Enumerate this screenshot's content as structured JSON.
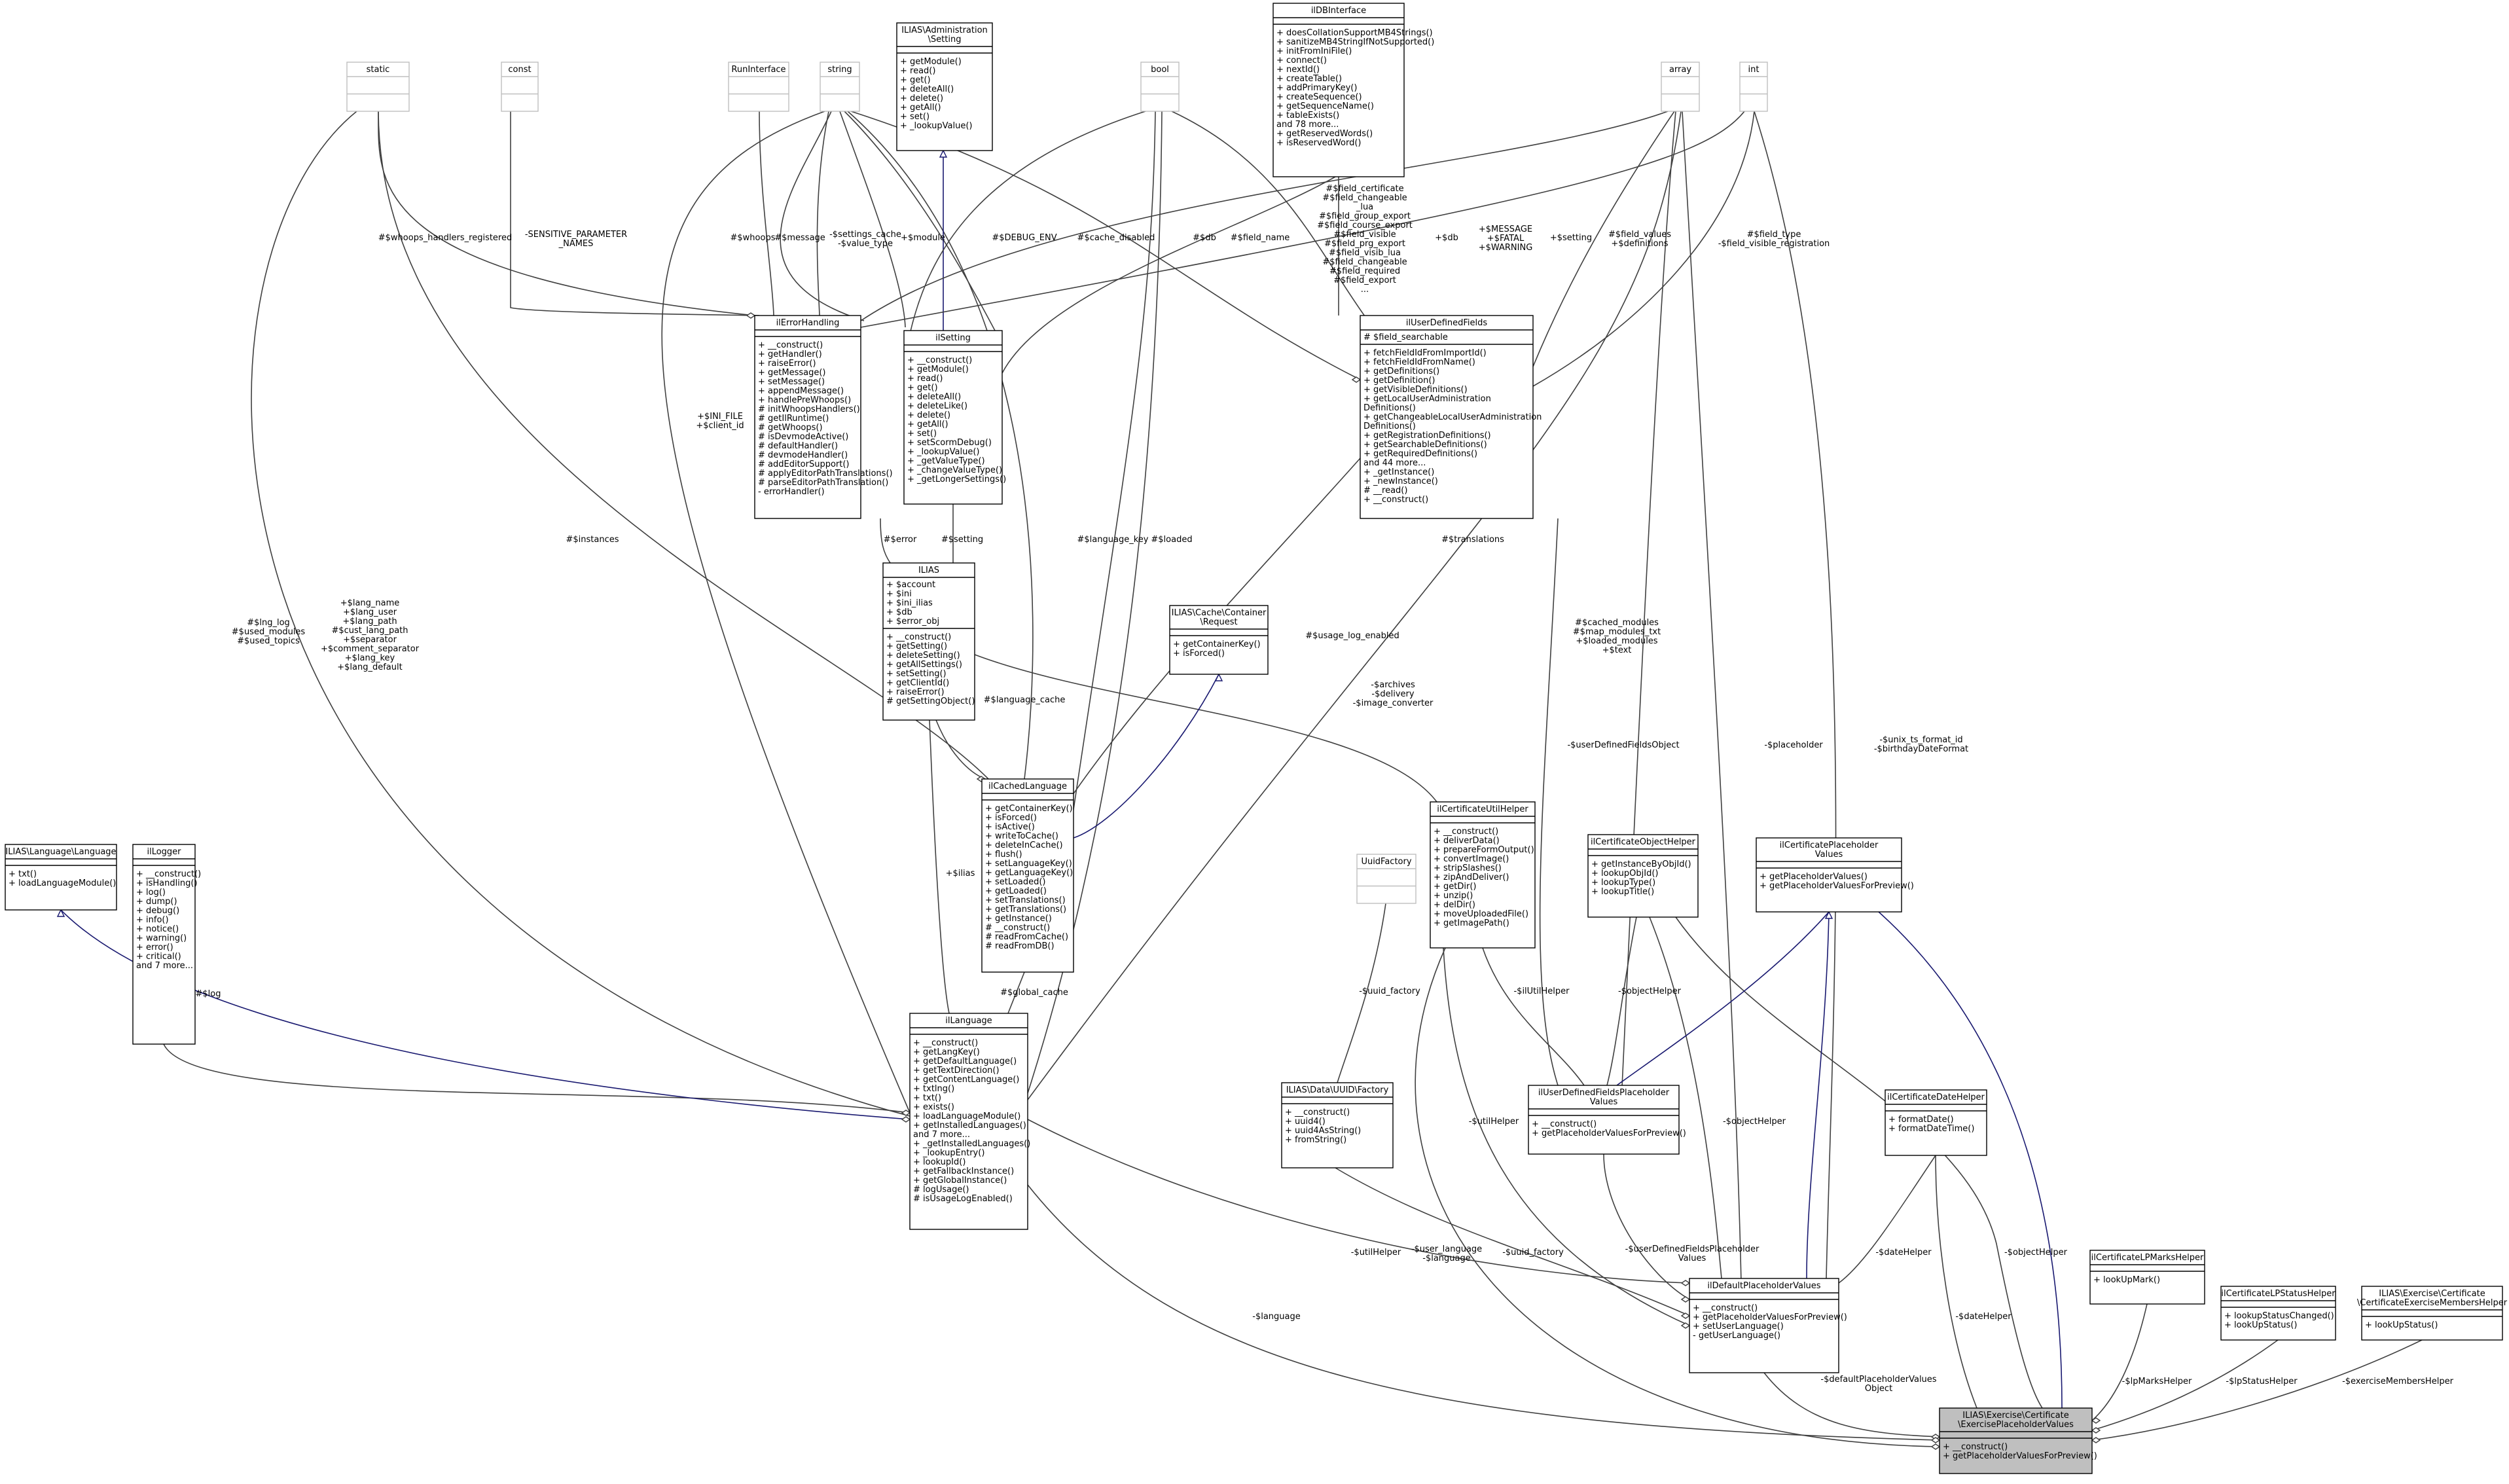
{
  "diagram": {
    "classes": {
      "static": {
        "title": [
          "static"
        ],
        "attrs": [],
        "ops": []
      },
      "const": {
        "title": [
          "const"
        ],
        "attrs": [],
        "ops": []
      },
      "RunInterface": {
        "title": [
          "RunInterface"
        ],
        "attrs": [],
        "ops": []
      },
      "string": {
        "title": [
          "string"
        ],
        "attrs": [],
        "ops": []
      },
      "setting_admin": {
        "title": [
          "ILIAS\\Administration",
          "\\Setting"
        ],
        "attrs": [],
        "ops": [
          "+ getModule()",
          "+ read()",
          "+ get()",
          "+ deleteAll()",
          "+ delete()",
          "+ getAll()",
          "+ set()",
          "+ _lookupValue()"
        ]
      },
      "bool": {
        "title": [
          "bool"
        ],
        "attrs": [],
        "ops": []
      },
      "ilDBInterface": {
        "title": [
          "ilDBInterface"
        ],
        "attrs": [],
        "ops": [
          "+ doesCollationSupportMB4Strings()",
          "+ sanitizeMB4StringIfNotSupported()",
          "+ initFromIniFile()",
          "+ connect()",
          "+ nextId()",
          "+ createTable()",
          "+ addPrimaryKey()",
          "+ createSequence()",
          "+ getSequenceName()",
          "+ tableExists()",
          "and 78 more...",
          "+ getReservedWords()",
          "+ isReservedWord()"
        ]
      },
      "array": {
        "title": [
          "array"
        ],
        "attrs": [],
        "ops": []
      },
      "int": {
        "title": [
          "int"
        ],
        "attrs": [],
        "ops": []
      },
      "ilErrorHandling": {
        "title": [
          "ilErrorHandling"
        ],
        "attrs": [],
        "ops": [
          "+ __construct()",
          "+ getHandler()",
          "+ raiseError()",
          "+ getMessage()",
          "+ setMessage()",
          "+ appendMessage()",
          "+ handlePreWhoops()",
          "# initWhoopsHandlers()",
          "# getIlRuntime()",
          "# getWhoops()",
          "# isDevmodeActive()",
          "# defaultHandler()",
          "# devmodeHandler()",
          "# addEditorSupport()",
          "# applyEditorPathTranslations()",
          "# parseEditorPathTranslation()",
          "- errorHandler()"
        ]
      },
      "ilSetting": {
        "title": [
          "ilSetting"
        ],
        "attrs": [],
        "ops": [
          "+ __construct()",
          "+ getModule()",
          "+ read()",
          "+ get()",
          "+ deleteAll()",
          "+ deleteLike()",
          "+ delete()",
          "+ getAll()",
          "+ set()",
          "+ setScormDebug()",
          "+ _lookupValue()",
          "+ _getValueType()",
          "+ _changeValueType()",
          "+ _getLongerSettings()"
        ]
      },
      "ilUserDefinedFields": {
        "title": [
          "ilUserDefinedFields"
        ],
        "attrs": [
          "# $field_searchable"
        ],
        "ops": [
          "+ fetchFieldIdFromImportId()",
          "+ fetchFieldIdFromName()",
          "+ getDefinitions()",
          "+ getDefinition()",
          "+ getVisibleDefinitions()",
          "+ getLocalUserAdministration",
          "Definitions()",
          "+ getChangeableLocalUserAdministration",
          "Definitions()",
          "+ getRegistrationDefinitions()",
          "+ getSearchableDefinitions()",
          "+ getRequiredDefinitions()",
          "and 44 more...",
          "+ _getInstance()",
          "+ _newInstance()",
          "# __read()",
          "+ __construct()"
        ]
      },
      "ILIAS": {
        "title": [
          "ILIAS"
        ],
        "attrs": [
          "+ $account",
          "+ $ini",
          "+ $ini_ilias",
          "+ $db",
          "+ $error_obj"
        ],
        "ops": [
          "+ __construct()",
          "+ getSetting()",
          "+ deleteSetting()",
          "+ getAllSettings()",
          "+ setSetting()",
          "+ getClientId()",
          "+ raiseError()",
          "# getSettingObject()"
        ]
      },
      "cache_request": {
        "title": [
          "ILIAS\\Cache\\Container",
          "\\Request"
        ],
        "attrs": [],
        "ops": [
          "+ getContainerKey()",
          "+ isForced()"
        ]
      },
      "ilCachedLanguage": {
        "title": [
          "ilCachedLanguage"
        ],
        "attrs": [],
        "ops": [
          "+ getContainerKey()",
          "+ isForced()",
          "+ isActive()",
          "+ writeToCache()",
          "+ deleteInCache()",
          "+ flush()",
          "+ setLanguageKey()",
          "+ getLanguageKey()",
          "+ setLoaded()",
          "+ getLoaded()",
          "+ setTranslations()",
          "+ getTranslations()",
          "+ getInstance()",
          "# __construct()",
          "# readFromCache()",
          "# readFromDB()"
        ]
      },
      "ilCertificateUtilHelper": {
        "title": [
          "ilCertificateUtilHelper"
        ],
        "attrs": [],
        "ops": [
          "+ __construct()",
          "+ deliverData()",
          "+ prepareFormOutput()",
          "+ convertImage()",
          "+ stripSlashes()",
          "+ zipAndDeliver()",
          "+ getDir()",
          "+ unzip()",
          "+ delDir()",
          "+ moveUploadedFile()",
          "+ getImagePath()"
        ]
      },
      "ilCertificateObjectHelper": {
        "title": [
          "ilCertificateObjectHelper"
        ],
        "attrs": [],
        "ops": [
          "+ getInstanceByObjId()",
          "+ lookupObjId()",
          "+ lookupType()",
          "+ lookupTitle()"
        ]
      },
      "ilCertificatePlaceholderValues": {
        "title": [
          "ilCertificatePlaceholder",
          "Values"
        ],
        "attrs": [],
        "ops": [
          "+ getPlaceholderValues()",
          "+ getPlaceholderValuesForPreview()"
        ]
      },
      "lang_language": {
        "title": [
          "ILIAS\\Language\\Language"
        ],
        "attrs": [],
        "ops": [
          "+ txt()",
          "+ loadLanguageModule()"
        ]
      },
      "ilLogger": {
        "title": [
          "ilLogger"
        ],
        "attrs": [],
        "ops": [
          "+ __construct()",
          "+ isHandling()",
          "+ log()",
          "+ dump()",
          "+ debug()",
          "+ info()",
          "+ notice()",
          "+ warning()",
          "+ error()",
          "+ critical()",
          "and 7 more..."
        ]
      },
      "UuidFactory": {
        "title": [
          "UuidFactory"
        ],
        "attrs": [],
        "ops": []
      },
      "uuid_factory": {
        "title": [
          "ILIAS\\Data\\UUID\\Factory"
        ],
        "attrs": [],
        "ops": [
          "+ __construct()",
          "+ uuid4()",
          "+ uuid4AsString()",
          "+ fromString()"
        ]
      },
      "ilLanguage": {
        "title": [
          "ilLanguage"
        ],
        "attrs": [],
        "ops": [
          "+ __construct()",
          "+ getLangKey()",
          "+ getDefaultLanguage()",
          "+ getTextDirection()",
          "+ getContentLanguage()",
          "+ txtlng()",
          "+ txt()",
          "+ exists()",
          "+ loadLanguageModule()",
          "+ getInstalledLanguages()",
          "and 7 more...",
          "+ _getInstalledLanguages()",
          "+ _lookupEntry()",
          "+ lookupId()",
          "+ getFallbackInstance()",
          "+ getGlobalInstance()",
          "# logUsage()",
          "# isUsageLogEnabled()"
        ]
      },
      "ilUserDefinedFieldsPlaceholderValues": {
        "title": [
          "ilUserDefinedFieldsPlaceholder",
          "Values"
        ],
        "attrs": [],
        "ops": [
          "+ __construct()",
          "+ getPlaceholderValuesForPreview()"
        ]
      },
      "ilCertificateDateHelper": {
        "title": [
          "ilCertificateDateHelper"
        ],
        "attrs": [],
        "ops": [
          "+ formatDate()",
          "+ formatDateTime()"
        ]
      },
      "ilDefaultPlaceholderValues": {
        "title": [
          "ilDefaultPlaceholderValues"
        ],
        "attrs": [],
        "ops": [
          "+ __construct()",
          "+ getPlaceholderValuesForPreview()",
          "+ setUserLanguage()",
          "- getUserLanguage()"
        ]
      },
      "ilCertificateLPMarksHelper": {
        "title": [
          "ilCertificateLPMarksHelper"
        ],
        "attrs": [],
        "ops": [
          "+ lookUpMark()"
        ]
      },
      "ilCertificateLPStatusHelper": {
        "title": [
          "ilCertificateLPStatusHelper"
        ],
        "attrs": [],
        "ops": [
          "+ lookupStatusChanged()",
          "+ lookUpStatus()"
        ]
      },
      "exercise_members_helper": {
        "title": [
          "ILIAS\\Exercise\\Certificate",
          "\\CertificateExerciseMembersHelper"
        ],
        "attrs": [],
        "ops": [
          "+ lookUpStatus()"
        ]
      },
      "exercise_placeholder_values": {
        "title": [
          "ILIAS\\Exercise\\Certificate",
          "\\ExercisePlaceholderValues"
        ],
        "attrs": [],
        "ops": [
          "+ __construct()",
          "+ getPlaceholderValuesForPreview()"
        ]
      }
    },
    "labels": {
      "whoops_handlers_registered": [
        "#$whoops_handlers_registered"
      ],
      "sensitive_parameter_names": [
        "-SENSITIVE_PARAMETER",
        "_NAMES"
      ],
      "whoops": [
        "#$whoops"
      ],
      "message": [
        "#$message"
      ],
      "settings_cache": [
        "-$settings_cache",
        "-$value_type"
      ],
      "module": [
        "+$module"
      ],
      "debug_env": [
        "#$DEBUG_ENV"
      ],
      "cache_disabled": [
        "#$cache_disabled"
      ],
      "db_ilsetting": [
        "#$db"
      ],
      "field_name": [
        "#$field_name"
      ],
      "field_certificate": [
        "#$field_certificate",
        "#$field_changeable",
        "_lua",
        "#$field_group_export",
        "#$field_course_export",
        "#$field_visible",
        "#$field_prg_export",
        "#$field_visib_lua",
        "#$field_changeable",
        "#$field_required",
        "#$field_export",
        "..."
      ],
      "db_udf": [
        "+$db"
      ],
      "message_fatal": [
        "+$MESSAGE",
        "+$FATAL",
        "+$WARNING"
      ],
      "setting_udf": [
        "+$setting"
      ],
      "field_values": [
        "#$field_values",
        "+$definitions"
      ],
      "field_type": [
        "#$field_type",
        "-$field_visible_registration"
      ],
      "ini_file": [
        "+$INI_FILE",
        "+$client_id"
      ],
      "instances": [
        "#$instances"
      ],
      "error": [
        "#$error"
      ],
      "setting_ilias": [
        "#$setting"
      ],
      "language_key": [
        "#$language_key"
      ],
      "loaded": [
        "#$loaded"
      ],
      "translations": [
        "#$translations"
      ],
      "lng_log": [
        "#$lng_log",
        "#$used_modules",
        "#$used_topics"
      ],
      "lang_name": [
        "+$lang_name",
        "+$lang_user",
        "+$lang_path",
        "#$cust_lang_path",
        "+$separator",
        "+$comment_separator",
        "+$lang_key",
        "+$lang_default"
      ],
      "language_cache": [
        "#$language_cache"
      ],
      "usage_log_enabled": [
        "#$usage_log_enabled"
      ],
      "archives": [
        "-$archives",
        "-$delivery",
        "-$image_converter"
      ],
      "cached_modules": [
        "#$cached_modules",
        "#$map_modules_txt",
        "+$loaded_modules",
        "+$text"
      ],
      "user_defined_fields_object": [
        "-$userDefinedFieldsObject"
      ],
      "placeholder": [
        "-$placeholder"
      ],
      "unix_ts": [
        "-$unix_ts_format_id",
        "-$birthdayDateFormat"
      ],
      "ilias_lbl": [
        "+$ilias"
      ],
      "global_cache": [
        "#$global_cache"
      ],
      "log": [
        "#$log"
      ],
      "uuid_factory_lbl": [
        "-$uuid_factory"
      ],
      "il_util_helper": [
        "-$ilUtilHelper"
      ],
      "object_helper_udf": [
        "-$objectHelper"
      ],
      "util_helper_udf": [
        "-$utilHelper"
      ],
      "object_helper_default": [
        "-$objectHelper"
      ],
      "object_helper_exercise": [
        "-$objectHelper"
      ],
      "util_helper": [
        "-$utilHelper"
      ],
      "user_language": [
        "-$user_language",
        "-$language"
      ],
      "uuid_factory_default": [
        "-$uuid_factory"
      ],
      "udf_placeholder_values": [
        "-$userDefinedFieldsPlaceholder",
        "Values"
      ],
      "date_helper_default": [
        "-$dateHelper"
      ],
      "date_helper_exercise": [
        "-$dateHelper"
      ],
      "language": [
        "-$language"
      ],
      "default_placeholder_values_object": [
        "-$defaultPlaceholderValues",
        "Object"
      ],
      "lp_marks_helper": [
        "-$lpMarksHelper"
      ],
      "lp_status_helper": [
        "-$lpStatusHelper"
      ],
      "exercise_members_helper_lbl": [
        "-$exerciseMembersHelper"
      ]
    }
  }
}
